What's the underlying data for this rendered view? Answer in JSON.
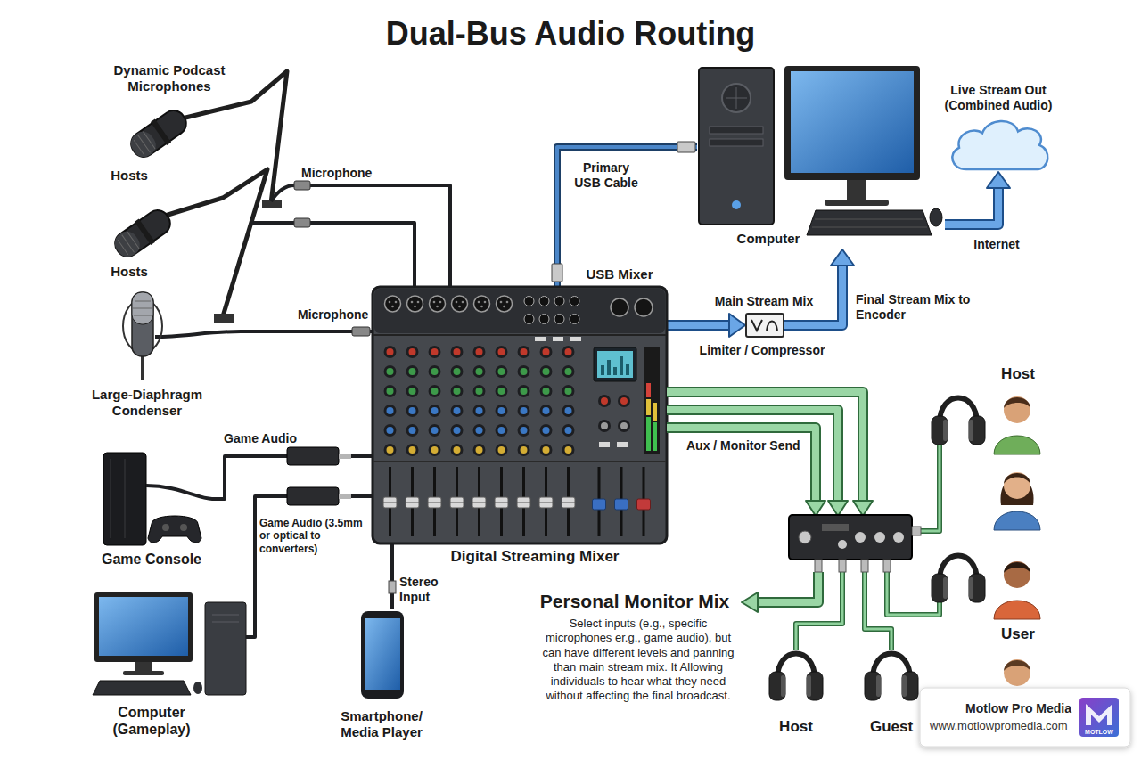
{
  "diagram": {
    "title": "Dual-Bus Audio Routing",
    "nodes": [
      {
        "text": [
          "Dynamic Podcast Microphones",
          "Hosts"
        ]
      },
      {
        "text": [
          "Hosts"
        ]
      },
      {
        "text": [
          "Large-Diaphragm Condenser"
        ]
      },
      {
        "text": [
          "USB Mixer",
          "Digital Streaming Mixer"
        ]
      },
      {
        "text": [
          "Computer"
        ]
      },
      {
        "text": [
          "Live Stream Out (Combined Audio)"
        ]
      },
      {
        "text": [
          "Limiter / Compressor"
        ]
      },
      {
        "text": [
          "Game Console"
        ]
      },
      {
        "text": [
          "Computer (Gameplay)"
        ]
      },
      {
        "text": [
          "Smartphone/ Media Player"
        ]
      },
      {
        "text": [
          "Host"
        ]
      },
      {
        "text": [
          "User"
        ]
      },
      {
        "text": [
          "Host"
        ]
      },
      {
        "text": [
          "Guest"
        ]
      }
    ],
    "edges": [
      {
        "from": 0,
        "to": 3,
        "label": "Microphone",
        "arrow": "none"
      },
      {
        "from": 1,
        "to": 3,
        "arrow": "none"
      },
      {
        "from": 2,
        "to": 3,
        "label": "Microphone",
        "arrow": "none"
      },
      {
        "from": 7,
        "to": 3,
        "label": "Game Audio",
        "arrow": "none"
      },
      {
        "from": 8,
        "to": 3,
        "label": "Game Audio (3.5mm or optical to converters)",
        "arrow": "none"
      },
      {
        "from": 9,
        "to": 3,
        "label": "Stereo Input",
        "arrow": "none"
      },
      {
        "from": 3,
        "to": 4,
        "label": "Primary USB Cable",
        "arrow": "none"
      },
      {
        "from": 3,
        "to": 6,
        "label": "Main Stream Mix",
        "arrow": "to"
      },
      {
        "from": 6,
        "to": 4,
        "label": "Final Stream Mix to Encoder",
        "arrow": "to"
      },
      {
        "from": 4,
        "to": 5,
        "label": "Internet",
        "arrow": "to"
      }
    ],
    "labels": [
      "Aux / Monitor Send",
      "Personal Monitor Mix",
      "Select inputs (e.g., specific microphones er.g., game audio), but can have different levels and panning than main stream mix. It Allowing individuals to hear what they need without affecting the final broadcast.",
      "Motlow Pro Media",
      "www.motlowpromedia.com",
      "MOTLOW"
    ]
  }
}
